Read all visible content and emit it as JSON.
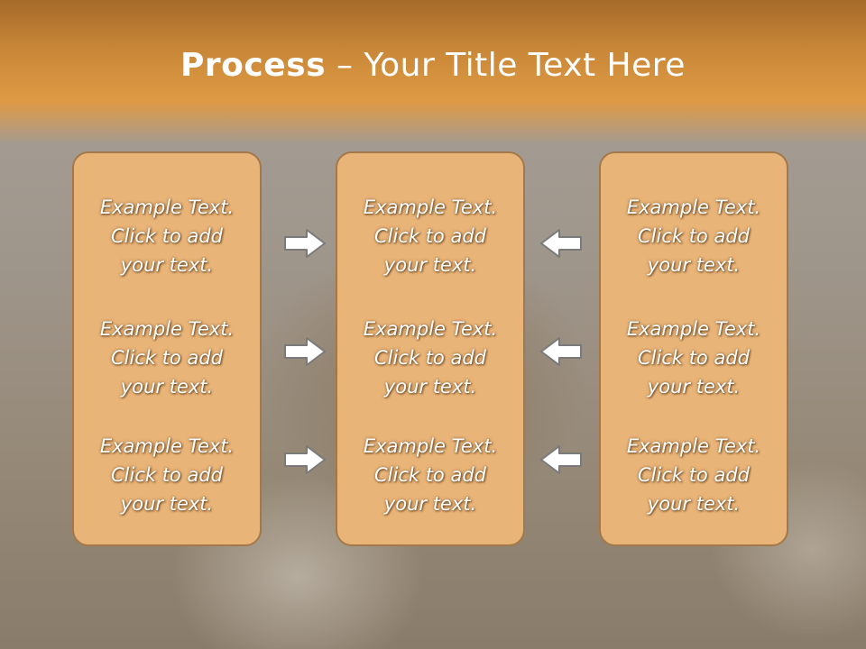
{
  "slide": {
    "title_bold": "Process",
    "title_rest": " – Your Title Text Here"
  },
  "columns": [
    {
      "items": [
        {
          "line1": "Example Text.",
          "line2": "Click  to add",
          "line3": "your text."
        },
        {
          "line1": "Example Text.",
          "line2": "Click  to add",
          "line3": "your text."
        },
        {
          "line1": "Example Text.",
          "line2": "Click  to add",
          "line3": "your text."
        }
      ]
    },
    {
      "items": [
        {
          "line1": "Example Text.",
          "line2": "Click  to add",
          "line3": "your text."
        },
        {
          "line1": "Example Text.",
          "line2": "Click  to add",
          "line3": "your text."
        },
        {
          "line1": "Example Text.",
          "line2": "Click  to add",
          "line3": "your text."
        }
      ]
    },
    {
      "items": [
        {
          "line1": "Example Text.",
          "line2": "Click  to add",
          "line3": "your text."
        },
        {
          "line1": "Example Text.",
          "line2": "Click  to add",
          "line3": "your text."
        },
        {
          "line1": "Example Text.",
          "line2": "Click  to add",
          "line3": "your text."
        }
      ]
    }
  ],
  "icons": {
    "left_arrows": "arrow-right-icon",
    "right_arrows": "arrow-left-icon"
  },
  "colors": {
    "header": "#df9a44",
    "box_fill": "#e9b478",
    "box_border": "#a47848",
    "arrow_fill": "#ffffff",
    "arrow_stroke": "#7a7a7a"
  }
}
